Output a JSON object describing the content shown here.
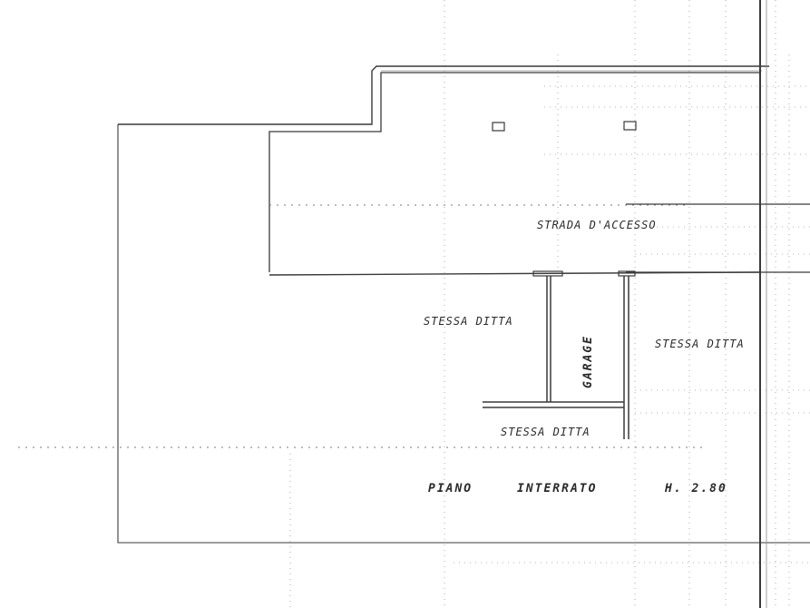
{
  "drawing": {
    "labels": {
      "road": "STRADA D'ACCESSO",
      "owner_left": "STESSA DITTA",
      "owner_right": "STESSA DITTA",
      "owner_bottom": "STESSA DITTA",
      "garage": "GARAGE",
      "floor_name": "PIANO",
      "floor_type": "INTERRATO",
      "floor_height": "H. 2.80"
    }
  }
}
